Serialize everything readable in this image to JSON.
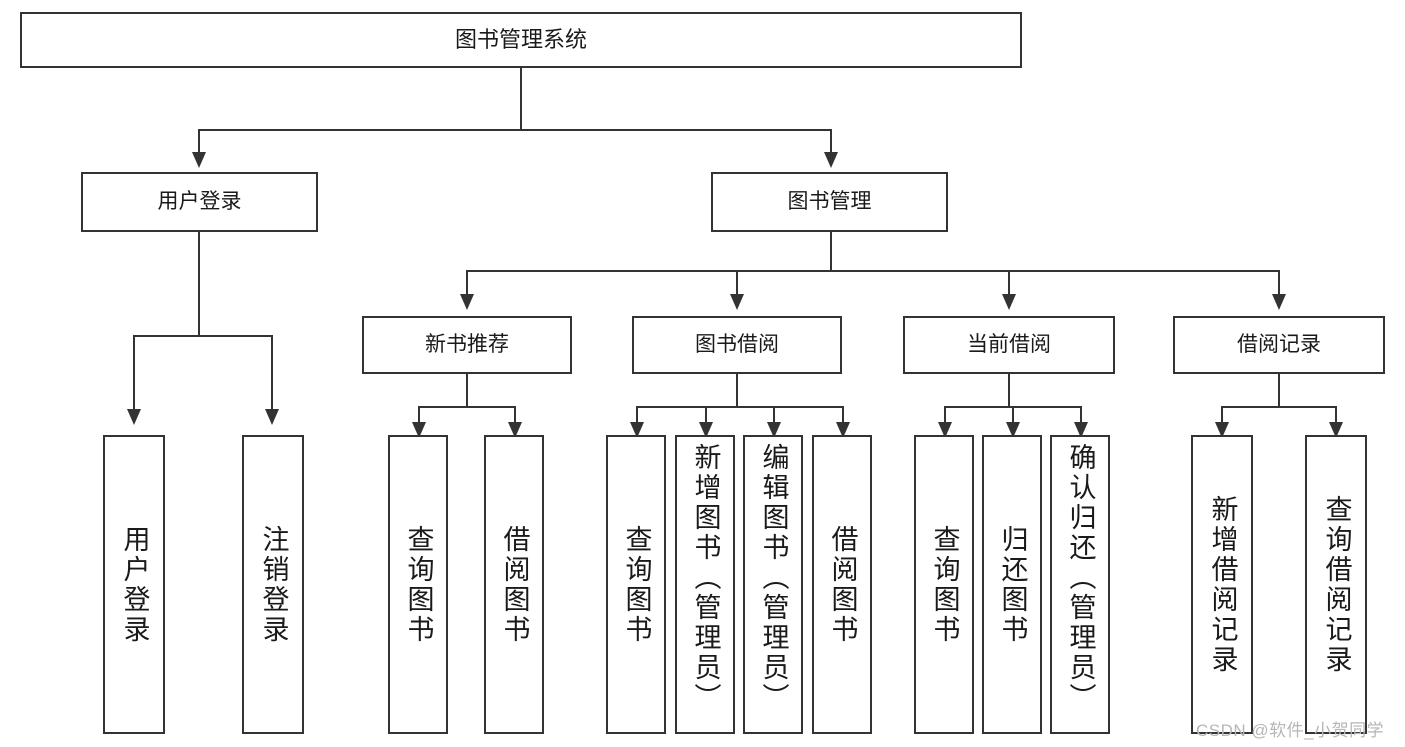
{
  "diagram": {
    "title": "图书管理系统",
    "type": "hierarchy-tree",
    "root": {
      "label": "图书管理系统"
    },
    "level1": [
      {
        "label": "用户登录"
      },
      {
        "label": "图书管理"
      }
    ],
    "level2": [
      {
        "label": "新书推荐"
      },
      {
        "label": "图书借阅"
      },
      {
        "label": "当前借阅"
      },
      {
        "label": "借阅记录"
      }
    ],
    "leaves": {
      "user_login": [
        {
          "label": "用户登录"
        },
        {
          "label": "注销登录"
        }
      ],
      "new_book_recommend": [
        {
          "label": "查询图书"
        },
        {
          "label": "借阅图书"
        }
      ],
      "book_borrow": [
        {
          "label": "查询图书"
        },
        {
          "label": "新增图书（管理员）"
        },
        {
          "label": "编辑图书（管理员）"
        },
        {
          "label": "借阅图书"
        }
      ],
      "current_borrow": [
        {
          "label": "查询图书"
        },
        {
          "label": "归还图书"
        },
        {
          "label": "确认归还（管理员）"
        }
      ],
      "borrow_record": [
        {
          "label": "新增借阅记录"
        },
        {
          "label": "查询借阅记录"
        }
      ]
    }
  },
  "watermark": {
    "text": "CSDN @软件_小贺同学"
  },
  "colors": {
    "stroke": "#333333",
    "text": "#1a1a1a",
    "background": "#ffffff",
    "watermark": "#b6b6b6"
  }
}
